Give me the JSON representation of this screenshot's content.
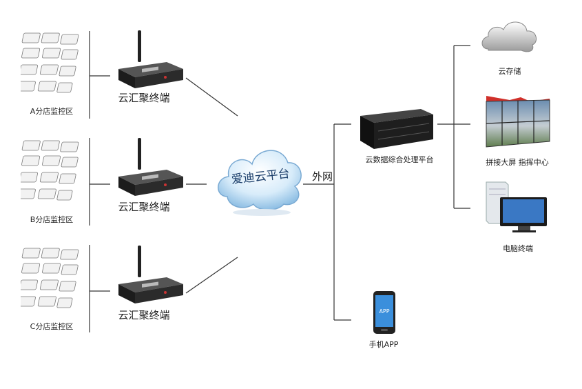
{
  "zones": [
    {
      "label": "A分店监控区",
      "gateway": "云汇聚终端"
    },
    {
      "label": "B分店监控区",
      "gateway": "云汇聚终端"
    },
    {
      "label": "C分店监控区",
      "gateway": "云汇聚终端"
    }
  ],
  "cloud": {
    "label": "爱迪云平台"
  },
  "network": {
    "label": "外网"
  },
  "server": {
    "label": "云数据综合处理平台"
  },
  "app": {
    "label": "手机APP",
    "screen_text": "APP"
  },
  "outputs": [
    {
      "label": "云存储",
      "icon": "cloud-storage-icon"
    },
    {
      "label": "拼接大屏   指挥中心",
      "icon": "video-wall-icon"
    },
    {
      "label": "电脑终端",
      "icon": "desktop-computer-icon"
    }
  ],
  "colors": {
    "line": "#333333",
    "cloud": "#cfe6f7",
    "device": "#2a2a2a"
  }
}
